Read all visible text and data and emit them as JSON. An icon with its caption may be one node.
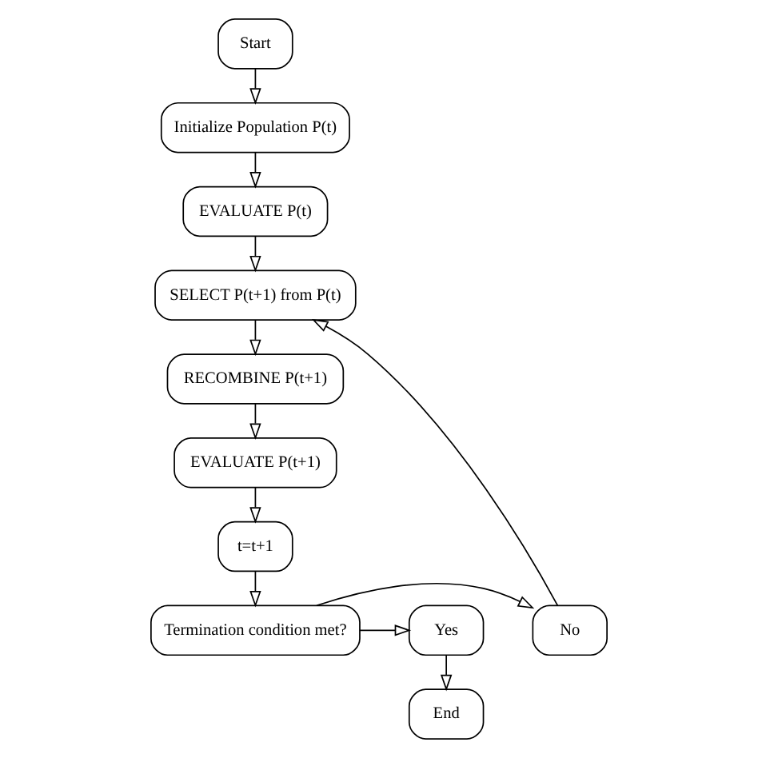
{
  "diagram": {
    "nodes": [
      {
        "text": [
          "Start"
        ]
      },
      {
        "text": [
          "Initialize Population P(t)"
        ]
      },
      {
        "text": [
          "EVALUATE P(t)"
        ]
      },
      {
        "text": [
          "SELECT P(t+1) from P(t)"
        ]
      },
      {
        "text": [
          "RECOMBINE P(t+1)"
        ]
      },
      {
        "text": [
          "EVALUATE P(t+1)"
        ]
      },
      {
        "text": [
          "t=t+1"
        ]
      },
      {
        "text": [
          "Termination condition met?"
        ]
      },
      {
        "text": [
          "No"
        ]
      },
      {
        "text": [
          "Yes"
        ]
      },
      {
        "text": [
          "End"
        ]
      }
    ],
    "edges": [
      {
        "from": 0,
        "to": 1,
        "arrow": "to"
      },
      {
        "from": 1,
        "to": 2,
        "arrow": "to"
      },
      {
        "from": 2,
        "to": 3,
        "arrow": "to"
      },
      {
        "from": 3,
        "to": 4,
        "arrow": "to"
      },
      {
        "from": 4,
        "to": 5,
        "arrow": "to"
      },
      {
        "from": 5,
        "to": 6,
        "arrow": "to"
      },
      {
        "from": 6,
        "to": 7,
        "arrow": "to"
      },
      {
        "from": 7,
        "to": 8,
        "arrow": "to"
      },
      {
        "from": 7,
        "to": 9,
        "arrow": "to"
      },
      {
        "from": 8,
        "to": 3,
        "arrow": "to"
      },
      {
        "from": 9,
        "to": 10,
        "arrow": "to"
      }
    ]
  }
}
